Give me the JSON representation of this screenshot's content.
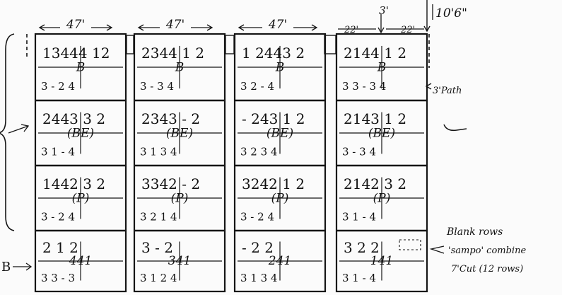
{
  "dimensions": {
    "block_width": "47'",
    "half_width_left": "22'",
    "half_width_right": "22'",
    "path_width": "3'",
    "height": "10'6\"",
    "path_note": "3'Path"
  },
  "blocks": [
    {
      "id": "1",
      "plots": [
        {
          "top": "13444 12",
          "code": "B",
          "bottom": "3 - 2 4"
        },
        {
          "top": "2443 3 2",
          "code": "(BE)",
          "bottom": "3 1 - 4"
        },
        {
          "top": "1442 3 2",
          "code": "(P)",
          "bottom": "3 - 2 4"
        },
        {
          "top": "2 1 2",
          "code": "441",
          "bottom": "3 3 - 3"
        }
      ]
    },
    {
      "id": "2",
      "plots": [
        {
          "top": "2344 1 2",
          "code": "B",
          "bottom": "3 - 3 4"
        },
        {
          "top": "2343 - 2",
          "code": "(BE)",
          "bottom": "3 1 3 4"
        },
        {
          "top": "3342 - 2",
          "code": "(P)",
          "bottom": "3 2 1 4"
        },
        {
          "top": "3 - 2",
          "code": "341",
          "bottom": "3 1 2 4"
        }
      ]
    },
    {
      "id": "3",
      "plots": [
        {
          "top": "1 2443 2",
          "code": "B",
          "bottom": "3 2 - 4"
        },
        {
          "top": "- 243 1 2",
          "code": "(BE)",
          "bottom": "3 2 3 4"
        },
        {
          "top": "3242 1 2",
          "code": "(P)",
          "bottom": "3 - 2 4"
        },
        {
          "top": "- 2 2",
          "code": "241",
          "bottom": "3 1 3 4"
        }
      ]
    },
    {
      "id": "4",
      "plots": [
        {
          "top": "2144 1 2",
          "code": "B",
          "bottom": "3 3 - 3 4"
        },
        {
          "top": "2143 1 2",
          "code": "(BE)",
          "bottom": "3 - 3 4"
        },
        {
          "top": "2142 3 2",
          "code": "(P)",
          "bottom": "3 1 - 4"
        },
        {
          "top": "3 2 2",
          "code": "141",
          "bottom": "3 1 - 4"
        }
      ]
    }
  ],
  "left_labels": {
    "row_label": "B"
  },
  "note": {
    "line1": "Blank rows",
    "line2": "'sampo' combine",
    "line3": "7'Cut (12 rows)"
  }
}
